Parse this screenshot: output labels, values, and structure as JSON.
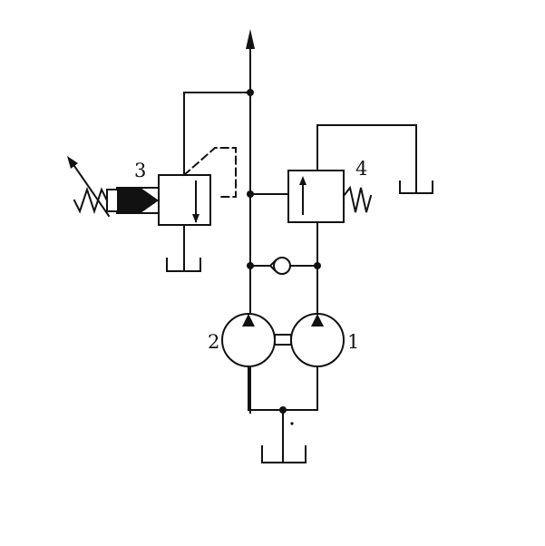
{
  "diagram": {
    "labels": {
      "pump_right": "1",
      "pump_left": "2",
      "relief_valve": "3",
      "unloading_valve": "4"
    },
    "colors": {
      "line": "#111111",
      "background": "#ffffff"
    }
  }
}
